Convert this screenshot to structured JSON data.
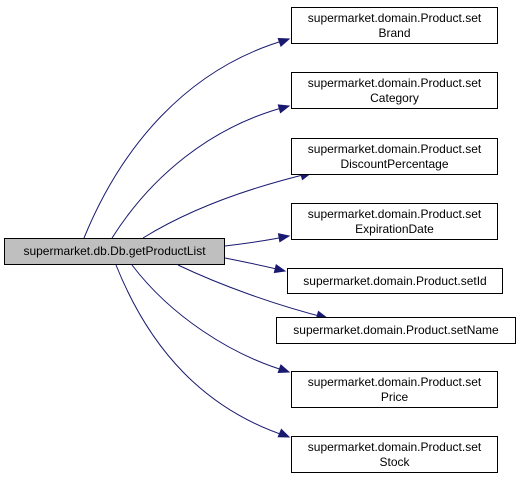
{
  "root": {
    "label": "supermarket.db.Db.getProductList"
  },
  "callees": [
    {
      "line1": "supermarket.domain.Product.set",
      "line2": "Brand"
    },
    {
      "line1": "supermarket.domain.Product.set",
      "line2": "Category"
    },
    {
      "line1": "supermarket.domain.Product.set",
      "line2": "DiscountPercentage"
    },
    {
      "line1": "supermarket.domain.Product.set",
      "line2": "ExpirationDate"
    },
    {
      "line1": "supermarket.domain.Product.setId",
      "line2": ""
    },
    {
      "line1": "supermarket.domain.Product.setName",
      "line2": ""
    },
    {
      "line1": "supermarket.domain.Product.set",
      "line2": "Price"
    },
    {
      "line1": "supermarket.domain.Product.set",
      "line2": "Stock"
    }
  ],
  "colors": {
    "edge": "#191970",
    "root_fill": "#bfbfbf",
    "node_fill": "#ffffff",
    "border": "#000000"
  }
}
